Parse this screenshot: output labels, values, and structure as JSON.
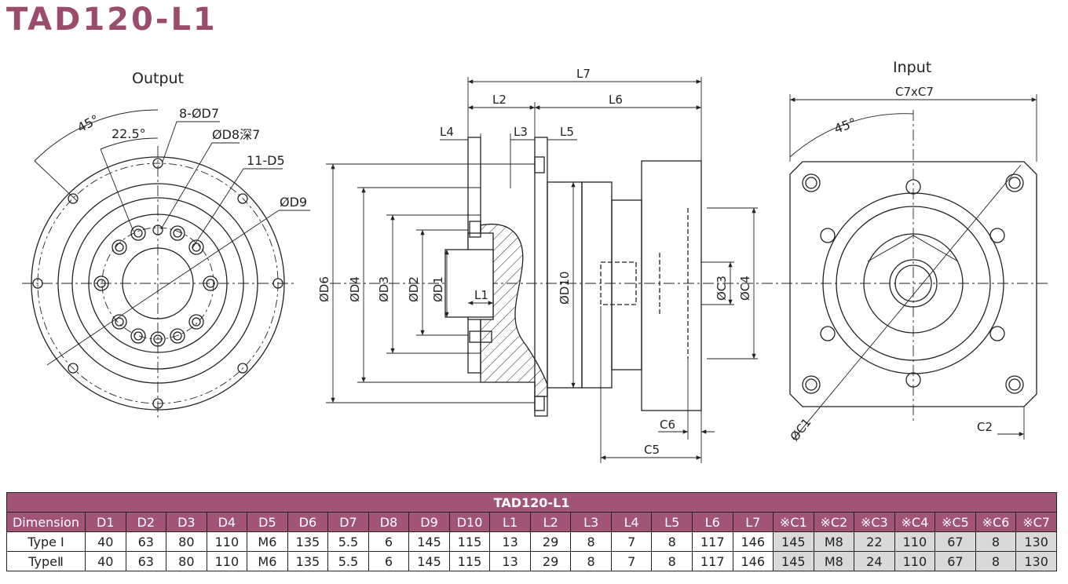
{
  "title": "TAD120-L1",
  "views": {
    "output_label": "Output",
    "input_label": "Input"
  },
  "annotations": {
    "angle_45_out": "45°",
    "angle_22_5": "22.5°",
    "holes_d7": "8-ØD7",
    "hole_d8": "ØD8深7",
    "holes_d5": "11-D5",
    "dia_d9": "ØD9",
    "l7": "L7",
    "l2": "L2",
    "l6": "L6",
    "l4": "L4",
    "l3": "L3",
    "l5": "L5",
    "l1": "L1",
    "d6": "ØD6",
    "d4": "ØD4",
    "d3": "ØD3",
    "d2": "ØD2",
    "d1": "ØD1",
    "d10": "ØD10",
    "c3": "ØC3",
    "c4": "ØC4",
    "c6": "C6",
    "c5": "C5",
    "c7xc7": "C7xC7",
    "angle_45_in": "45°",
    "c1": "ØC1",
    "c2": "C2"
  },
  "table": {
    "title": "TAD120-L1",
    "headers": [
      "Dimension",
      "D1",
      "D2",
      "D3",
      "D4",
      "D5",
      "D6",
      "D7",
      "D8",
      "D9",
      "D10",
      "L1",
      "L2",
      "L3",
      "L4",
      "L5",
      "L6",
      "L7",
      "※C1",
      "※C2",
      "※C3",
      "※C4",
      "※C5",
      "※C6",
      "※C7"
    ],
    "rows": [
      [
        "Type Ⅰ",
        "40",
        "63",
        "80",
        "110",
        "M6",
        "135",
        "5.5",
        "6",
        "145",
        "115",
        "13",
        "29",
        "8",
        "7",
        "8",
        "117",
        "146",
        "145",
        "M8",
        "22",
        "110",
        "67",
        "8",
        "130"
      ],
      [
        "TypeⅡ",
        "40",
        "63",
        "80",
        "110",
        "M6",
        "135",
        "5.5",
        "6",
        "145",
        "115",
        "13",
        "29",
        "8",
        "7",
        "8",
        "117",
        "146",
        "145",
        "M8",
        "24",
        "110",
        "67",
        "8",
        "130"
      ]
    ]
  }
}
